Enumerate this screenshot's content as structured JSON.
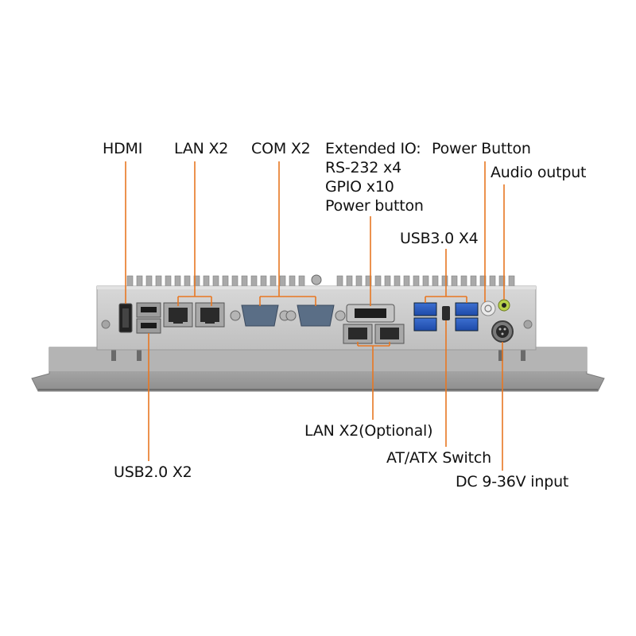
{
  "colors": {
    "accent": "#E87722",
    "background": "#FFFFFF",
    "panel": "#C9C9C9",
    "bezel": "#A9A9A9",
    "text": "#111111"
  },
  "labels": {
    "hdmi": "HDMI",
    "lan_top": "LAN X2",
    "com": "COM X2",
    "extended_io_title": "Extended IO:",
    "extended_io_items": [
      "RS-232 x4",
      "GPIO x10",
      "Power button"
    ],
    "power_button": "Power Button",
    "audio_output": "Audio output",
    "usb3": "USB3.0 X4",
    "lan_optional": "LAN X2(Optional)",
    "at_atx_switch": "AT/ATX Switch",
    "usb2": "USB2.0 X2",
    "dc_input": "DC 9-36V input"
  },
  "ports": [
    {
      "name": "hdmi-port",
      "icon": "hdmi-icon"
    },
    {
      "name": "usb2-port",
      "icon": "usb-icon",
      "count": 2
    },
    {
      "name": "lan-port",
      "icon": "rj45-icon",
      "count": 2
    },
    {
      "name": "com-port",
      "icon": "db9-icon",
      "count": 2
    },
    {
      "name": "extended-io-connector",
      "icon": "dsub-icon"
    },
    {
      "name": "lan-optional-port",
      "icon": "rj45-icon",
      "count": 2
    },
    {
      "name": "usb3-port",
      "icon": "usb3-icon",
      "count": 4
    },
    {
      "name": "at-atx-switch",
      "icon": "switch-icon"
    },
    {
      "name": "power-button",
      "icon": "power-icon"
    },
    {
      "name": "audio-jack",
      "icon": "audio-jack-icon"
    },
    {
      "name": "dc-input-connector",
      "icon": "dc-connector-icon"
    }
  ]
}
